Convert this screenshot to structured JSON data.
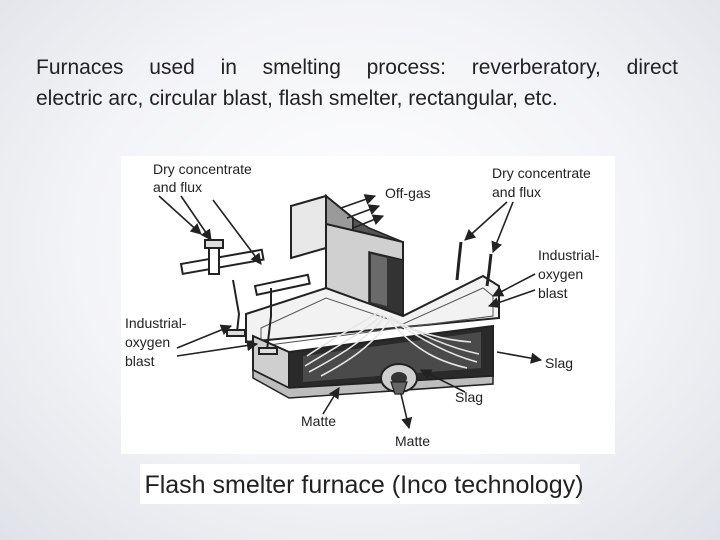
{
  "slide": {
    "intro_line1": "Furnaces used in smelting process: reverberatory, direct",
    "intro_line2": "electric arc, circular blast, flash smelter, rectangular, etc.",
    "caption": "Flash smelter furnace (Inco technology)"
  },
  "diagram": {
    "labels": {
      "dry_left_1": "Dry concentrate",
      "dry_left_2": "and flux",
      "offgas": "Off-gas",
      "dry_right_1": "Dry concentrate",
      "dry_right_2": "and flux",
      "oxy_right_1": "Industrial-",
      "oxy_right_2": "oxygen",
      "oxy_right_3": "blast",
      "oxy_left_1": "Industrial-",
      "oxy_left_2": "oxygen",
      "oxy_left_3": "blast",
      "slag_right": "Slag",
      "slag_mid": "Slag",
      "matte_mid": "Matte",
      "matte_bottom": "Matte"
    }
  }
}
